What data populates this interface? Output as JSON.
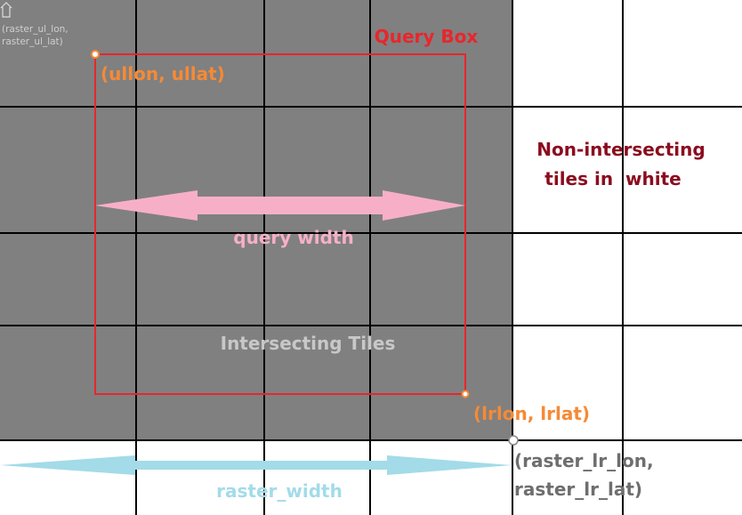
{
  "labels": {
    "raster_ul_line1": "(raster_ul_lon,",
    "raster_ul_line2": "raster_ul_lat)",
    "query_box": "Query Box",
    "ul_corner": "(ullon, ullat)",
    "non_intersecting_line1": "Non-intersecting",
    "non_intersecting_line2": "tiles in  white",
    "query_width": "query width",
    "intersecting": "Intersecting Tiles",
    "lr_corner": "(lrlon, lrlat)",
    "raster_lr_line1": "(raster_lr_lon,",
    "raster_lr_line2": "raster_lr_lat)",
    "raster_width": "raster_width"
  },
  "colors": {
    "intersecting_fill": "#808080",
    "grid_line": "#000000",
    "query_box": "#e8262c",
    "corner_label": "#f58a36",
    "non_intersecting_text": "#8b0c1e",
    "query_width_arrow": "#f7afc8",
    "intersecting_text": "#c8c8c8",
    "raster_width_arrow": "#a3dbe8",
    "raster_lr_text": "#6e6e6e",
    "raster_ul_text": "#cfcfcf"
  },
  "icons": {
    "raster_ul_marker": "home-outline-icon"
  }
}
